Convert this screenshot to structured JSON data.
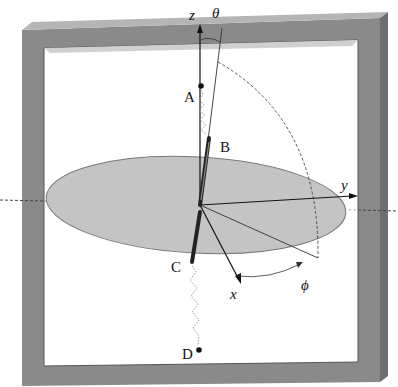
{
  "diagram": {
    "labels": [
      "z",
      "θ",
      "A",
      "B",
      "y",
      "x",
      "ϕ",
      "C",
      "D"
    ]
  }
}
